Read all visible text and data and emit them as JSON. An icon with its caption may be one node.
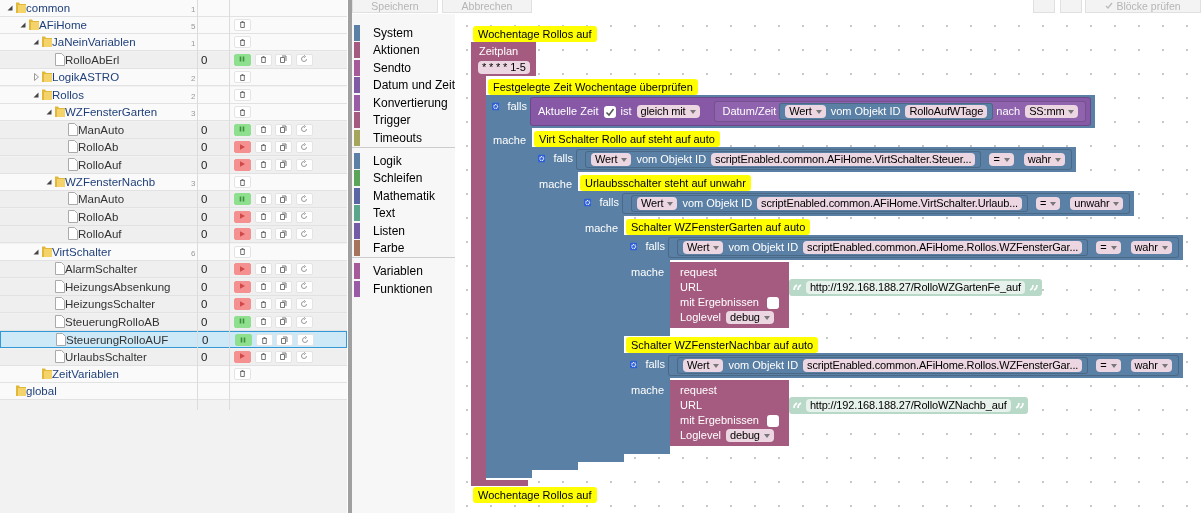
{
  "diagram": {
    "nodes": [
      {
        "text": [
          "Wochentage Rollos auf"
        ]
      },
      {
        "text": [
          "Zeitplan",
          "* * * * 1-5"
        ]
      },
      {
        "text": [
          "Festgelegte Zeit Wochentage überprüfen"
        ],
        "in": 1
      },
      {
        "text": [
          "falls",
          "mache"
        ],
        "in": 1
      },
      {
        "text": [
          "Aktuelle Zeit",
          "ist",
          "gleich mit"
        ],
        "in": 3
      },
      {
        "text": [
          "Datum/Zeit",
          "nach",
          "SS:mm"
        ],
        "in": 4
      },
      {
        "text": [
          "Wert",
          "vom Objekt ID",
          "RolloAufWTage"
        ],
        "in": 5
      },
      {
        "text": [
          "Virt Schalter Rollo auf steht auf auto"
        ],
        "in": 3
      },
      {
        "text": [
          "falls",
          "mache"
        ],
        "in": 3
      },
      {
        "text": [
          "=",
          "wahr"
        ],
        "in": 8
      },
      {
        "text": [
          "Wert",
          "vom Objekt ID",
          "scriptEnabled.common.AFiHome.VirtSchalter.Steuer..."
        ],
        "in": 9
      },
      {
        "text": [
          "Urlaubsschalter steht auf unwahr"
        ],
        "in": 8
      },
      {
        "text": [
          "falls",
          "mache"
        ],
        "in": 8
      },
      {
        "text": [
          "=",
          "unwahr"
        ],
        "in": 12
      },
      {
        "text": [
          "Wert",
          "vom Objekt ID",
          "scriptEnabled.common.AFiHome.VirtSchalter.Urlaub..."
        ],
        "in": 13
      },
      {
        "text": [
          "Schalter WZFensterGarten auf auto"
        ],
        "in": 12
      },
      {
        "text": [
          "falls",
          "mache"
        ],
        "in": 12
      },
      {
        "text": [
          "=",
          "wahr"
        ],
        "in": 16
      },
      {
        "text": [
          "Wert",
          "vom Objekt ID",
          "scriptEnabled.common.AFiHome.Rollos.WZFensterGar..."
        ],
        "in": 17
      },
      {
        "text": [
          "request",
          "URL",
          "mit Ergebnissen",
          "Loglevel",
          "debug"
        ],
        "in": 16
      },
      {
        "text": [
          "http://192.168.188.27/RolloWZGartenFe_auf"
        ],
        "in": 19
      },
      {
        "text": [
          "Schalter WZFensterNachbar auf auto"
        ],
        "in": 12
      },
      {
        "text": [
          "falls",
          "mache"
        ],
        "in": 12
      },
      {
        "text": [
          "=",
          "wahr"
        ],
        "in": 22
      },
      {
        "text": [
          "Wert",
          "vom Objekt ID",
          "scriptEnabled.common.AFiHome.Rollos.WZFensterGar..."
        ],
        "in": 23
      },
      {
        "text": [
          "request",
          "URL",
          "mit Ergebnissen",
          "Loglevel",
          "debug"
        ],
        "in": 22
      },
      {
        "text": [
          "http://192.168.188.27/RolloWZNachb_auf"
        ],
        "in": 25
      },
      {
        "text": [
          "Wochentage Rollos auf"
        ]
      }
    ],
    "labels": [
      "common",
      "1",
      "AFiHome",
      "5",
      "JaNeinVariablen",
      "1",
      "RolloAbErl",
      "0",
      "LogikASTRO",
      "2",
      "Rollos",
      "2",
      "WZFensterGarten",
      "3",
      "ManAuto",
      "0",
      "RolloAb",
      "0",
      "RolloAuf",
      "0",
      "WZFensterNachb",
      "3",
      "ManAuto",
      "0",
      "RolloAb",
      "0",
      "RolloAuf",
      "0",
      "VirtSchalter",
      "6",
      "AlarmSchalter",
      "0",
      "HeizungsAbsenkung",
      "0",
      "HeizungsSchalter",
      "0",
      "SteuerungRolloAB",
      "0",
      "SteuerungRolloAUF",
      "0",
      "UrlaubsSchalter",
      "0",
      "ZeitVariablen",
      "global",
      "Speichern",
      "Abbrechen",
      "Blöcke prüfen",
      "System",
      "Aktionen",
      "Sendto",
      "Datum und Zeit",
      "Konvertierung",
      "Trigger",
      "Timeouts",
      "Logik",
      "Schleifen",
      "Mathematik",
      "Text",
      "Listen",
      "Farbe",
      "Variablen",
      "Funktionen"
    ]
  }
}
